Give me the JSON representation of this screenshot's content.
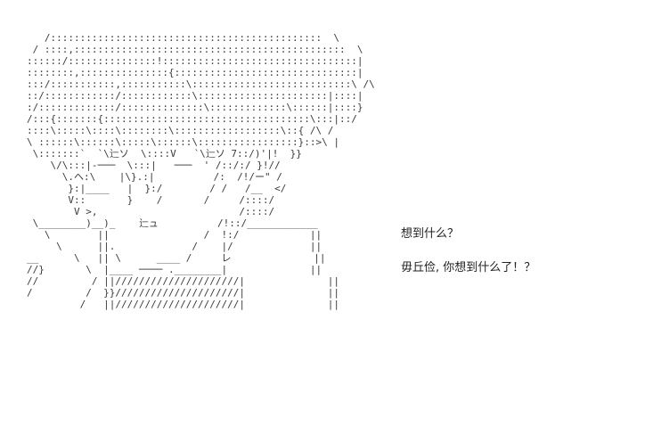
{
  "dialogue": {
    "line1": "想到什么？",
    "line2": "毋丘俭, 你想到什么了！？"
  },
  "ascii_art": [
    "   /::::::::::::::::::::::::::::::::::::::::::::::  \\",
    " / ::::,::::::::::::::::::::::::::::::::::::::::::::::  \\",
    "::::::/:::::::::::::::!:::::::::::::::::::::::::::::::::|",
    "::::::::,:::::::::::::::{:::::::::::::::::::::::::::::::|",
    ":::/:::::::::::,:::::::::::\\:::::::::::::::::::::::::::\\ /\\",
    "::/::::::::::::/::::::::::::\\::::::::::::::::::::::|::::|",
    ":/:::::::::::::/::::::::::::::\\:::::::::::::\\::::::|::::}",
    "/:::{:::::::{:::::::::::::::::::::::::::::::::::\\:::|::/",
    "::::\\:::::\\::::\\::::::::\\::::::::::::::::::\\::{ /\\ /",
    "\\ ::::::\\::::::\\:::::\\::::::\\:::::::::::::::::}::>\\ |",
    " \\:::::::`  `\\辷ソ  \\::::V   `\\辷ソ 7::/)'|!  }}",
    "    \\/\\:::|-───  \\:::|   ───  ' /::/:/ }!//",
    "      \\.ヘ:\\    |\\}.:|          /:  /!/ー\" /",
    "       }:|____   |  }:/        / /   /__  </",
    "       V::       }    /       /     /::::/",
    "        V >,                        /::::/",
    " \\________)__)_    辷ュ          /!::/____________",
    "   \\        ||                /  !:/            ||",
    "     \\      ||.             /    |/             ||",
    "__      \\   || \\      ____ /     レ              ||",
    "//}       \\  |____ ──── .________|              ||",
    "//         / ||/////////////////////|              ||",
    "/         /  }}/////////////////////|              ||",
    "         /   ||/////////////////////|              ||"
  ]
}
